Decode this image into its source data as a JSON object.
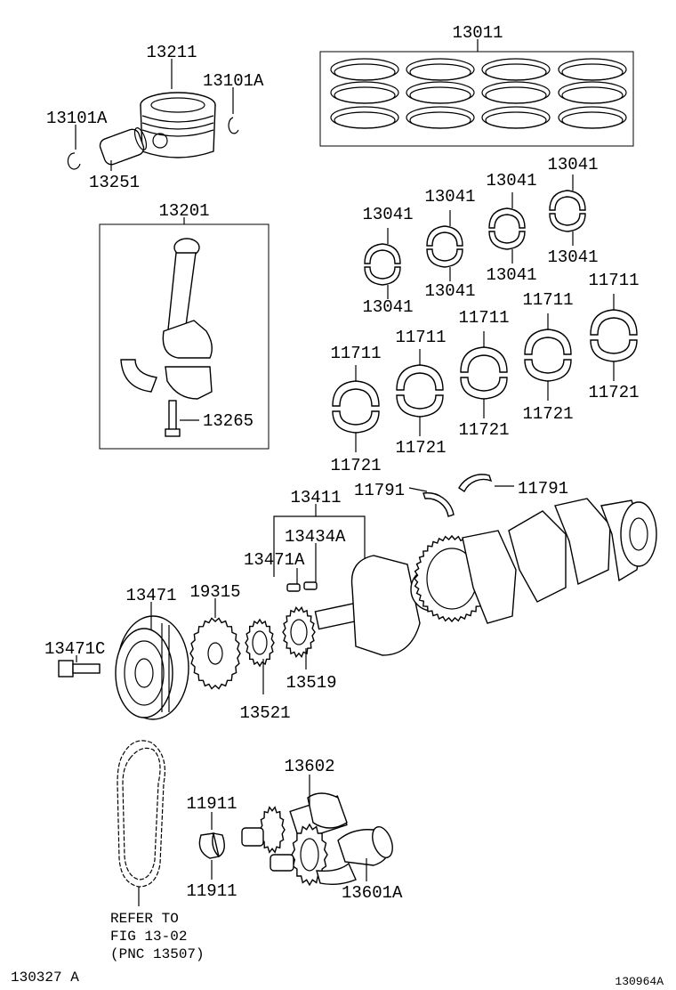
{
  "labels": {
    "piston": "13211",
    "snap_ring_right": "13101A",
    "snap_ring_left": "13101A",
    "piston_pin": "13251",
    "piston_ring_set": "13011",
    "connecting_rod_set": "13201",
    "rod_bolt": "13265",
    "rod_bearing_1_top": "13041",
    "rod_bearing_1_bottom": "13041",
    "rod_bearing_2_top": "13041",
    "rod_bearing_2_bottom": "13041",
    "rod_bearing_3_top": "13041",
    "rod_bearing_3_bottom": "13041",
    "rod_bearing_4_top": "13041",
    "rod_bearing_4_bottom": "13041",
    "main_bearing_1_upper": "11711",
    "main_bearing_1_lower": "11721",
    "main_bearing_2_upper": "11711",
    "main_bearing_2_lower": "11721",
    "main_bearing_3_upper": "11711",
    "main_bearing_3_lower": "11721",
    "main_bearing_4_upper": "11711",
    "main_bearing_4_lower": "11721",
    "main_bearing_5_upper": "11711",
    "main_bearing_5_lower": "11721",
    "thrust_washer_left": "11791",
    "thrust_washer_right": "11791",
    "crankshaft": "13411",
    "key_1": "13434A",
    "key_2": "13471A",
    "pulley": "13471",
    "pulley_bolt": "13471C",
    "crank_angle_plate": "19315",
    "crank_sprocket": "13521",
    "balancer_sprocket": "13519",
    "balance_shaft_1": "13602",
    "balance_shaft_2": "13601A",
    "balance_bearing_top": "11911",
    "balance_bearing_bottom": "11911"
  },
  "refer_note": {
    "line1": "REFER TO",
    "line2": "FIG 13-02",
    "line3": "(PNC 13507)"
  },
  "footer": {
    "left_code": "130327 A",
    "right_code": "130964A"
  }
}
